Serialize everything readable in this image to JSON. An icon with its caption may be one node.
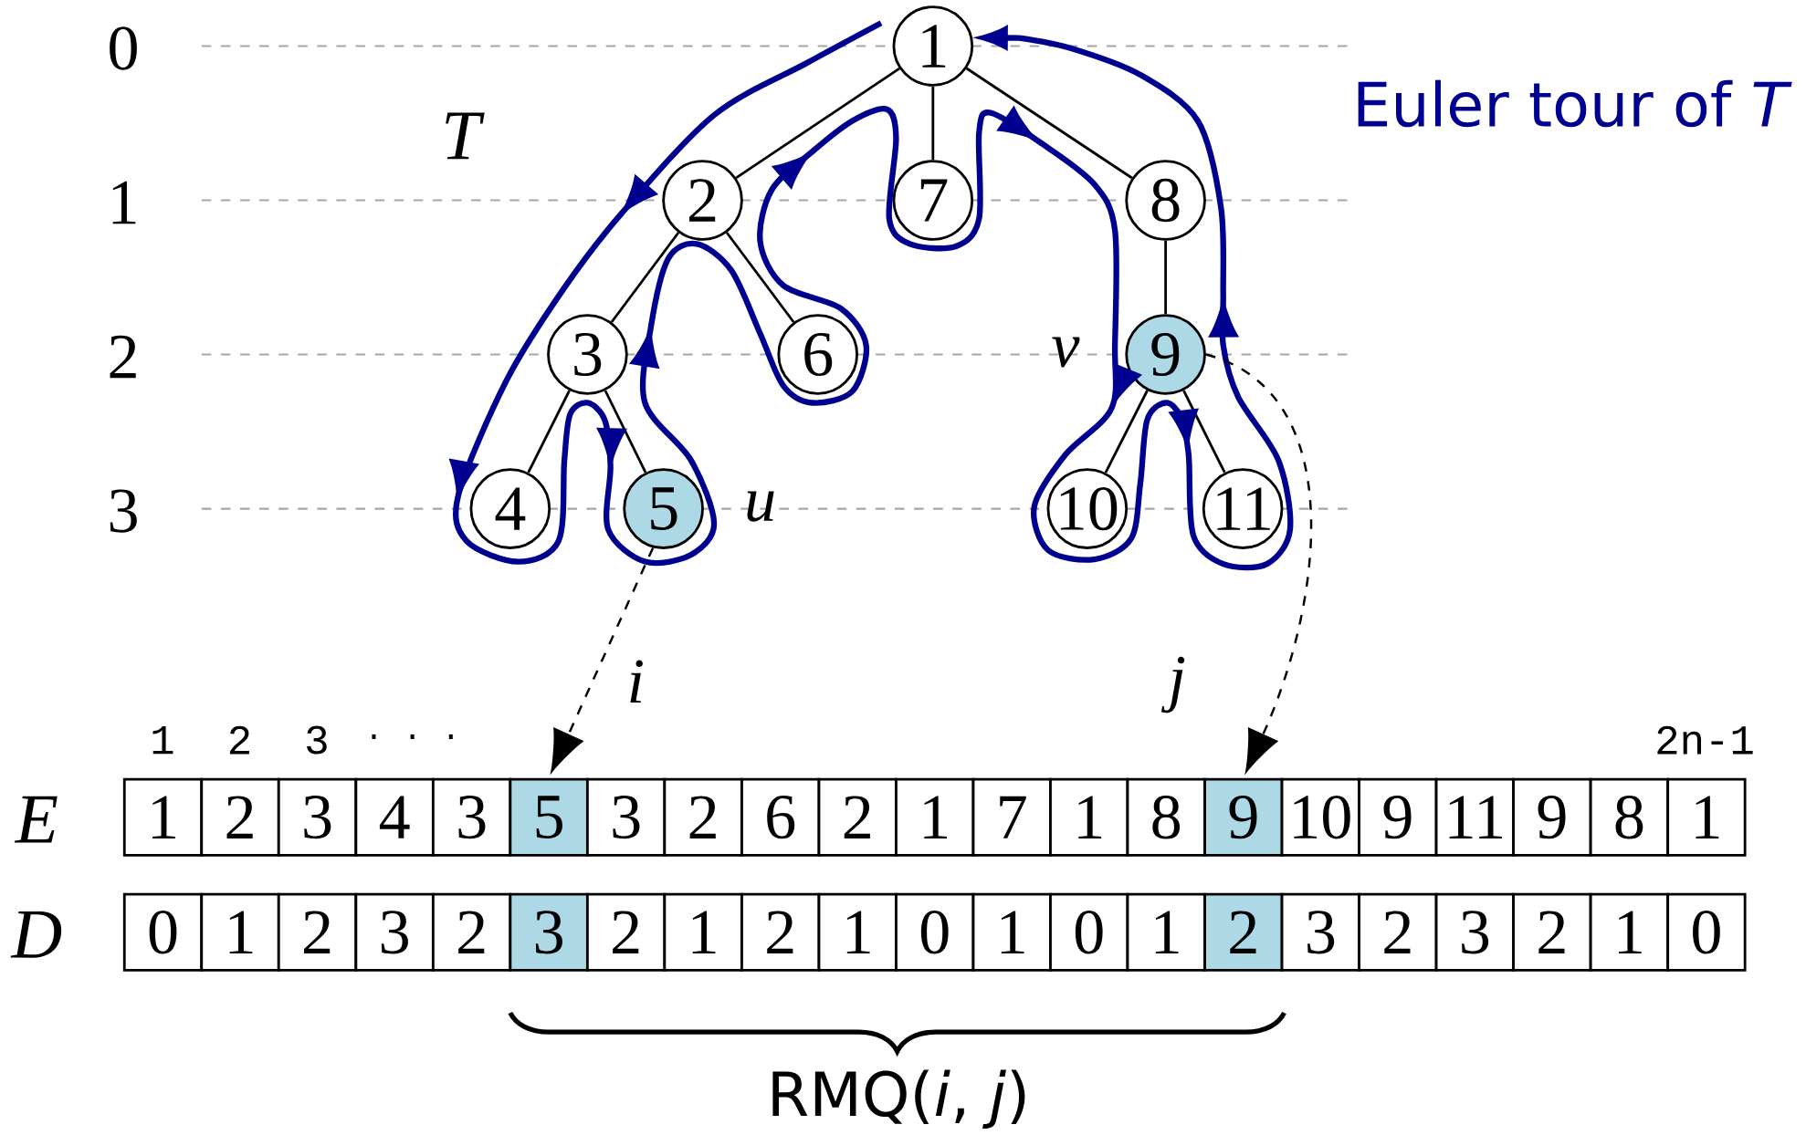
{
  "diagram": {
    "nodes": [
      {
        "text": [
          "1"
        ]
      },
      {
        "text": [
          "2"
        ]
      },
      {
        "text": [
          "7"
        ]
      },
      {
        "text": [
          "8"
        ]
      },
      {
        "text": [
          "3"
        ]
      },
      {
        "text": [
          "6"
        ]
      },
      {
        "text": [
          "9"
        ],
        "beside": [
          "v"
        ]
      },
      {
        "text": [
          "4"
        ]
      },
      {
        "text": [
          "5"
        ],
        "beside": [
          "u"
        ]
      },
      {
        "text": [
          "10"
        ]
      },
      {
        "text": [
          "11"
        ]
      },
      {
        "text": [
          "1"
        ]
      },
      {
        "text": [
          "2"
        ]
      },
      {
        "text": [
          "3"
        ]
      },
      {
        "text": [
          "4"
        ]
      },
      {
        "text": [
          "3"
        ]
      },
      {
        "text": [
          "5"
        ]
      },
      {
        "text": [
          "3"
        ]
      },
      {
        "text": [
          "2"
        ]
      },
      {
        "text": [
          "6"
        ]
      },
      {
        "text": [
          "2"
        ]
      },
      {
        "text": [
          "1"
        ]
      },
      {
        "text": [
          "7"
        ]
      },
      {
        "text": [
          "1"
        ]
      },
      {
        "text": [
          "8"
        ]
      },
      {
        "text": [
          "9"
        ]
      },
      {
        "text": [
          "10"
        ]
      },
      {
        "text": [
          "9"
        ]
      },
      {
        "text": [
          "11"
        ]
      },
      {
        "text": [
          "9"
        ]
      },
      {
        "text": [
          "8"
        ]
      },
      {
        "text": [
          "1"
        ]
      },
      {
        "text": [
          "0"
        ]
      },
      {
        "text": [
          "1"
        ]
      },
      {
        "text": [
          "2"
        ]
      },
      {
        "text": [
          "3"
        ]
      },
      {
        "text": [
          "2"
        ]
      },
      {
        "text": [
          "3"
        ]
      },
      {
        "text": [
          "2"
        ]
      },
      {
        "text": [
          "1"
        ]
      },
      {
        "text": [
          "2"
        ]
      },
      {
        "text": [
          "1"
        ]
      },
      {
        "text": [
          "0"
        ]
      },
      {
        "text": [
          "1"
        ]
      },
      {
        "text": [
          "0"
        ]
      },
      {
        "text": [
          "1"
        ]
      },
      {
        "text": [
          "2"
        ]
      },
      {
        "text": [
          "3"
        ]
      },
      {
        "text": [
          "2"
        ]
      },
      {
        "text": [
          "3"
        ]
      },
      {
        "text": [
          "2"
        ]
      },
      {
        "text": [
          "1"
        ]
      },
      {
        "text": [
          "0"
        ]
      }
    ],
    "edges": [
      {
        "from": 0,
        "to": 1,
        "arrow": "none"
      },
      {
        "from": 0,
        "to": 2,
        "arrow": "none"
      },
      {
        "from": 0,
        "to": 3,
        "arrow": "none"
      },
      {
        "from": 1,
        "to": 4,
        "arrow": "none"
      },
      {
        "from": 1,
        "to": 5,
        "arrow": "none"
      },
      {
        "from": 3,
        "to": 6,
        "arrow": "none"
      },
      {
        "from": 4,
        "to": 7,
        "arrow": "none"
      },
      {
        "from": 4,
        "to": 8,
        "arrow": "none"
      },
      {
        "from": 6,
        "to": 9,
        "arrow": "none"
      },
      {
        "from": 6,
        "to": 10,
        "arrow": "none"
      },
      {
        "from": null,
        "to": 0,
        "arrow": "to",
        "style": "thick",
        "color": "#000090"
      },
      {
        "from": 8,
        "to": 16,
        "arrow": "to",
        "label": "i",
        "style": "dashed"
      },
      {
        "from": 6,
        "to": 25,
        "arrow": "to",
        "label": "j",
        "style": "dashed"
      }
    ],
    "labels": [
      "0",
      "1",
      "2",
      "3",
      "T",
      "Euler tour of *T*",
      "1",
      "2",
      "3",
      "· · ·",
      "2n-1",
      "E",
      "D",
      "RMQ(*i*, *j*)"
    ]
  }
}
